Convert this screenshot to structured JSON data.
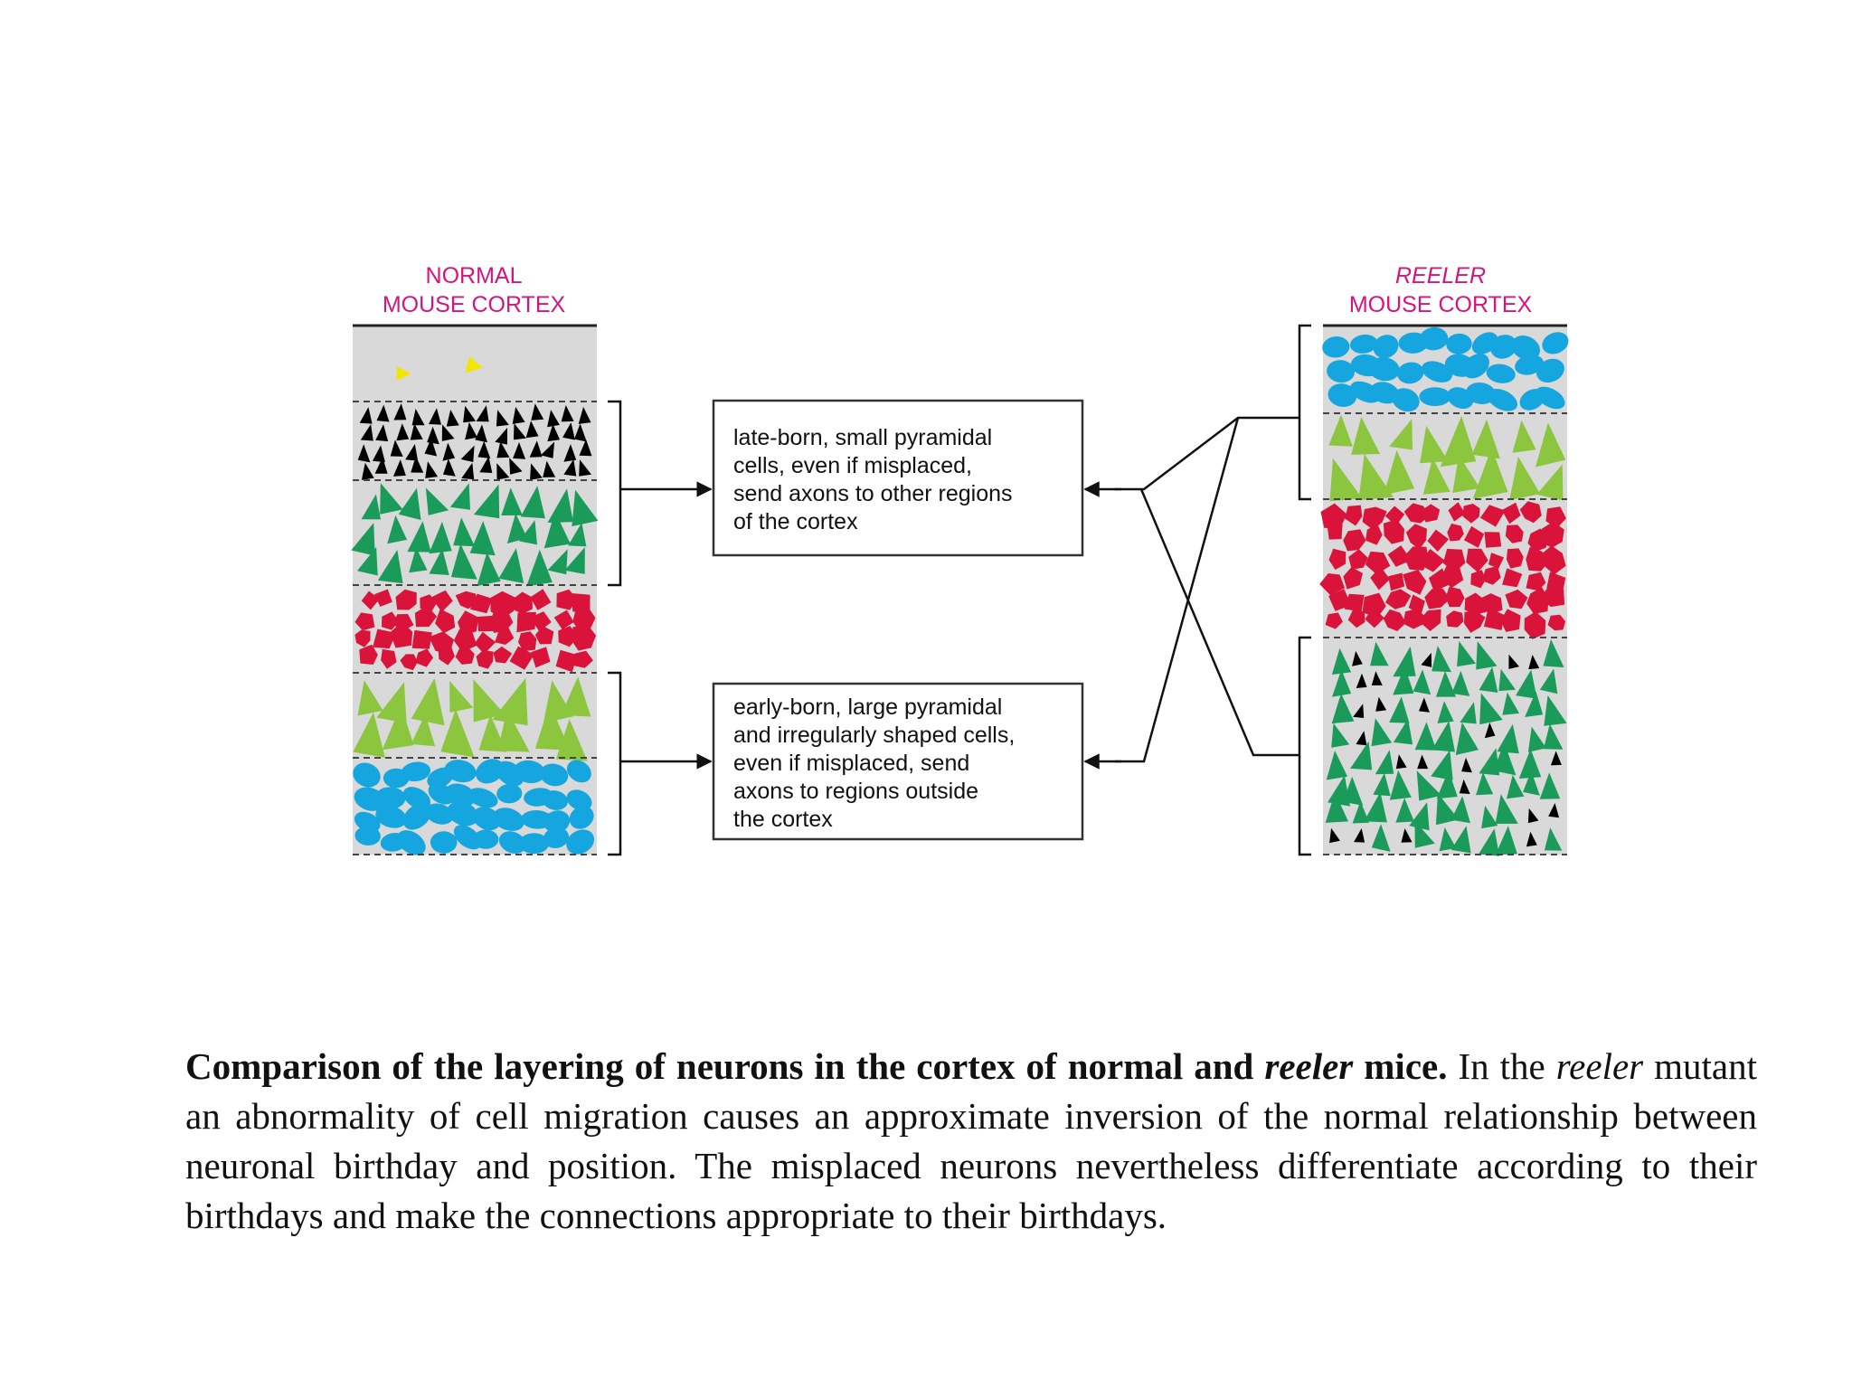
{
  "left_panel": {
    "heading_line1": "NORMAL",
    "heading_line2": "MOUSE CORTEX"
  },
  "right_panel": {
    "heading_line1": "REELER",
    "heading_line2": "MOUSE CORTEX"
  },
  "box_late": {
    "lines": [
      "late-born, small pyramidal",
      "cells, even if misplaced,",
      "send axons to other regions",
      "of the cortex"
    ]
  },
  "box_early": {
    "lines": [
      "early-born, large pyramidal",
      "and irregularly shaped cells,",
      "even if misplaced, send",
      "axons to regions outside",
      "the cortex"
    ]
  },
  "caption": {
    "bold_part1": "Comparison of the layering of neurons in the cortex of normal and ",
    "bold_italic": "reeler",
    "bold_part2": " mice.",
    "text1": " In the ",
    "italic1": "reeler",
    "text2": " mutant an abnormality of cell migration causes an approximate inversion of the normal relationship between neuronal birthday and position. The misplaced neurons nevertheless differentiate according to their birthdays and make the connections appropriate to their birthdays."
  },
  "colors": {
    "heading": "#d4157e",
    "layer_bg": "#d9d9d9",
    "black_cells": "#000000",
    "dark_green_cells": "#1a9b5a",
    "red_cells": "#d9133a",
    "light_green_cells": "#8cc63e",
    "blue_cells": "#16a6df",
    "yellow_cells": "#f2e600"
  }
}
